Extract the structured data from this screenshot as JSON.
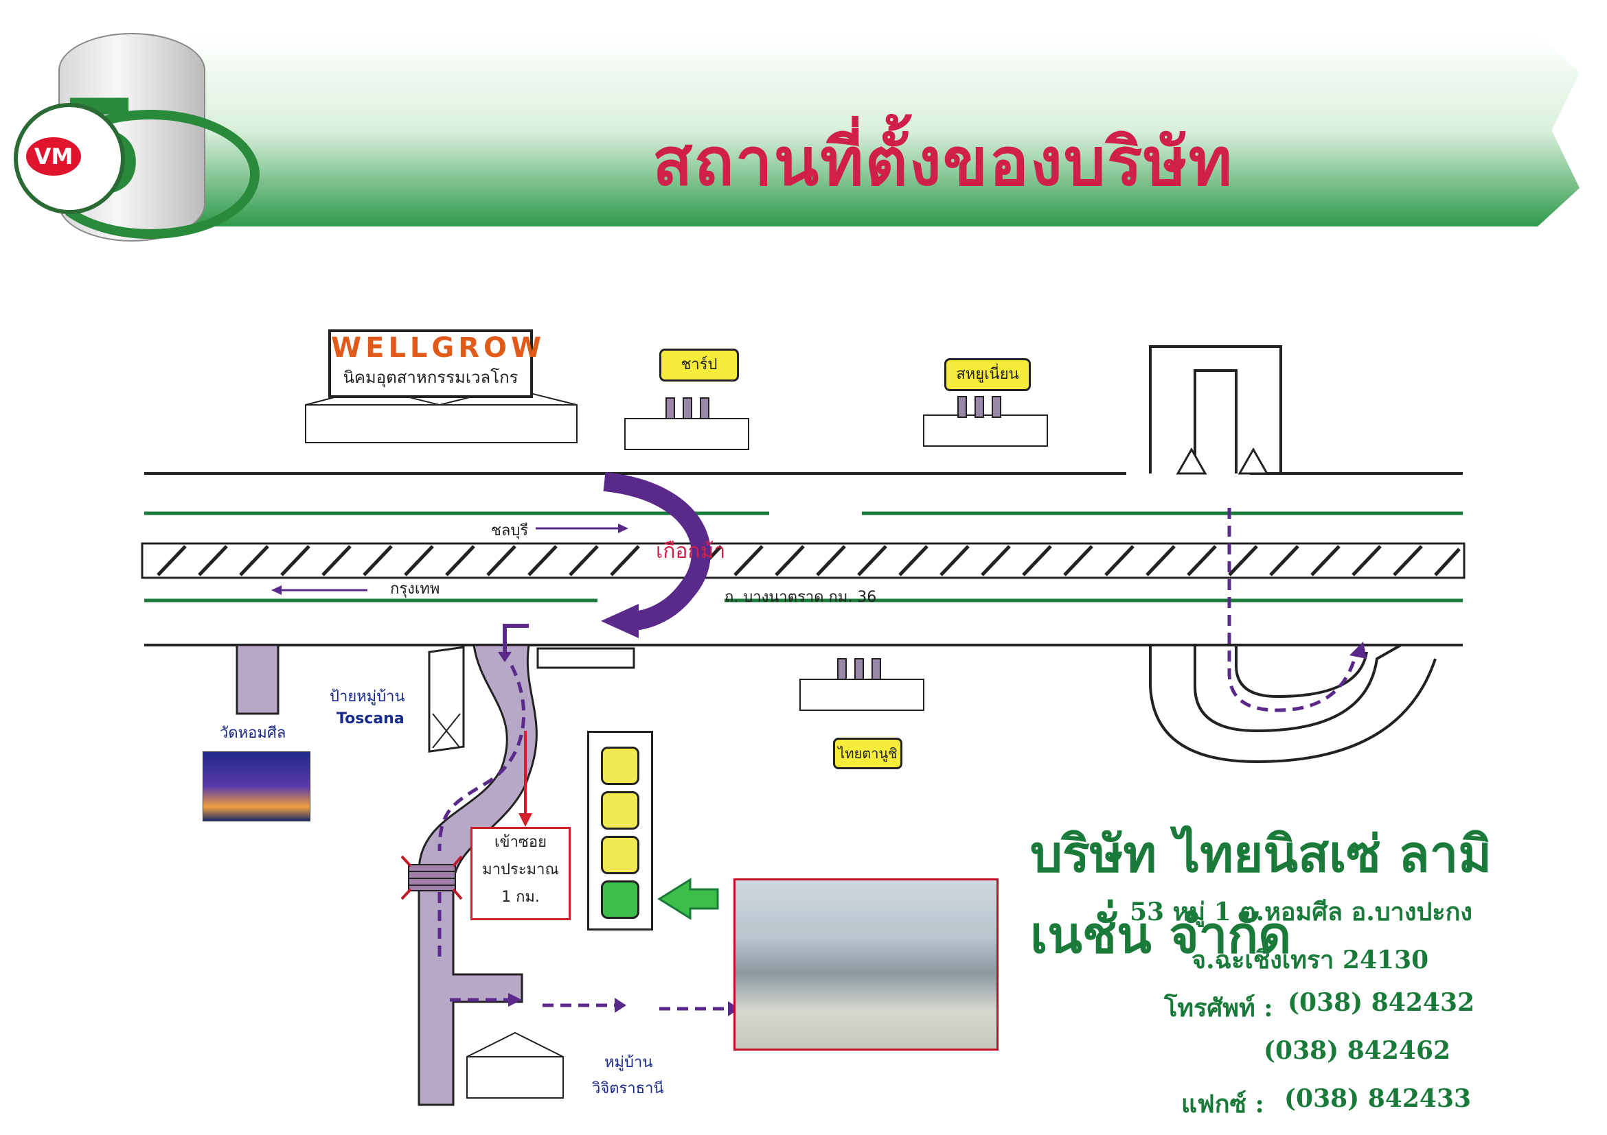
{
  "header": {
    "title": "สถานที่ตั้งของบริษัท",
    "logo_text": "VM"
  },
  "map": {
    "wellgrow_title": "WELLGROW",
    "wellgrow_subtitle": "นิคมอุตสาหกรรมเวลโกร",
    "sharp": "ชาร์ป",
    "sahaunion": "สหยูเนี่ยน",
    "thaiyamamoto": "ไทยตานูชิ",
    "chonburi": "ชลบุรี",
    "bangkok": "กรุงเทพ",
    "horseshoe": "เกือกม้า",
    "road_name": "ถ. บางนาตราด กม. 36",
    "village_sign": "ป้ายหมู่บ้าน",
    "village_name": "Toscana",
    "temple": "วัดหอมศีล",
    "turn_line1": "เข้าซอย",
    "turn_line2": "มาประมาณ",
    "turn_line3": "1 กม.",
    "village2_line1": "หมู่บ้าน",
    "village2_line2": "วิจิตราธานี"
  },
  "company": {
    "name": "บริษัท ไทยนิสเซ่ ลามิเนชั่น จำกัด",
    "address1": "53 หมู่ 1 ต.หอมศีล อ.บางปะกง",
    "address2": "จ.ฉะเชิงเทรา 24130",
    "phone_label": "โทรศัพท์ :",
    "phone1": "(038) 842432",
    "phone2": "(038) 842462",
    "fax_label": "แฟกซ์ :",
    "fax": "(038) 842433"
  },
  "colors": {
    "title": "#d0204a",
    "company": "#1a7a3a",
    "route": "#5a2a8a"
  }
}
